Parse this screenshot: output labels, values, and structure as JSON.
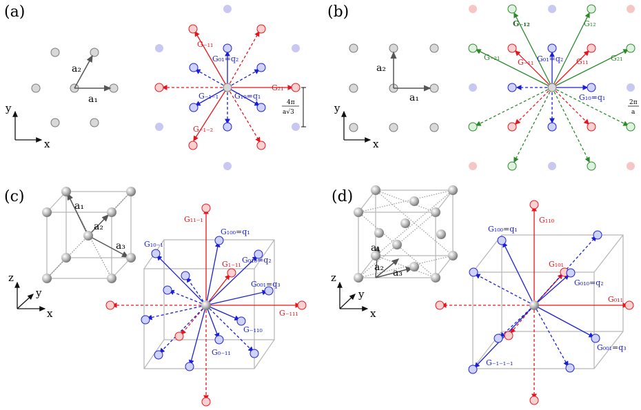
{
  "panels": {
    "a": {
      "label": "(a)",
      "direct": {
        "a1": "a₁",
        "a2": "a₂"
      },
      "axes": {
        "y": "y",
        "x": "x"
      },
      "reciprocal": {
        "G_m11": "G₋₁₁",
        "G01": "G₀₁=q₂",
        "G_m1m1": "G₋₁₋₁",
        "G10": "G₁₀=q₁",
        "G21": "G₂₁",
        "G_m1m2": "G₋₁₋₂",
        "spacing_num": "4π",
        "spacing_den": "a√3"
      }
    },
    "b": {
      "label": "(b)",
      "direct": {
        "a1": "a₁",
        "a2": "a₂"
      },
      "axes": {
        "y": "y",
        "x": "x"
      },
      "reciprocal": {
        "G_m12": "G₋₁₂",
        "G12": "G₁₂",
        "G_m21": "G₋₂₁",
        "G_m11": "G₋₁₁",
        "G01": "G₀₁=q₂",
        "G11": "G₁₁",
        "G21": "G₂₁",
        "G10": "G₁₀=q₁",
        "spacing_num": "2π",
        "spacing_den": "a"
      }
    },
    "c": {
      "label": "(c)",
      "direct": {
        "a1": "a₁",
        "a2": "a₂",
        "a3": "a₃"
      },
      "axes": {
        "z": "z",
        "y": "y",
        "x": "x"
      },
      "reciprocal": {
        "G11m1": "G₁₁₋₁",
        "G100": "G₁₀₀=q₁",
        "G10m1": "G₁₀₋₁",
        "G010": "G₀₁₀=q₂",
        "G1m11": "G₁₋₁₁",
        "G001": "G₀₀₁=q₃",
        "Gm111": "G₋₁₁₁",
        "Gm110": "G₋₁₁₀",
        "G0m11": "G₀₋₁₁"
      }
    },
    "d": {
      "label": "(d)",
      "direct": {
        "a1": "a₁",
        "a2": "a₂",
        "a3": "a₃"
      },
      "axes": {
        "z": "z",
        "y": "y",
        "x": "x"
      },
      "reciprocal": {
        "G110": "G₁₁₀",
        "G100": "G₁₀₀=q₁",
        "G101": "G₁₀₁",
        "G010": "G₀₁₀=q₂",
        "G011": "G₀₁₁",
        "G001": "G₀₀₁=q₃",
        "Gm1m1m1": "G₋₁₋₁₋₁"
      }
    }
  },
  "colors": {
    "red": "#e8141b",
    "blue": "#1a1fd6",
    "green": "#2a8a2a",
    "atom_fill": "#d8d8d8",
    "atom_stroke": "#777777",
    "faint_blue": "#c8c8f2",
    "faint_red": "#f6c6c6",
    "cube": "#b5b5b5"
  }
}
